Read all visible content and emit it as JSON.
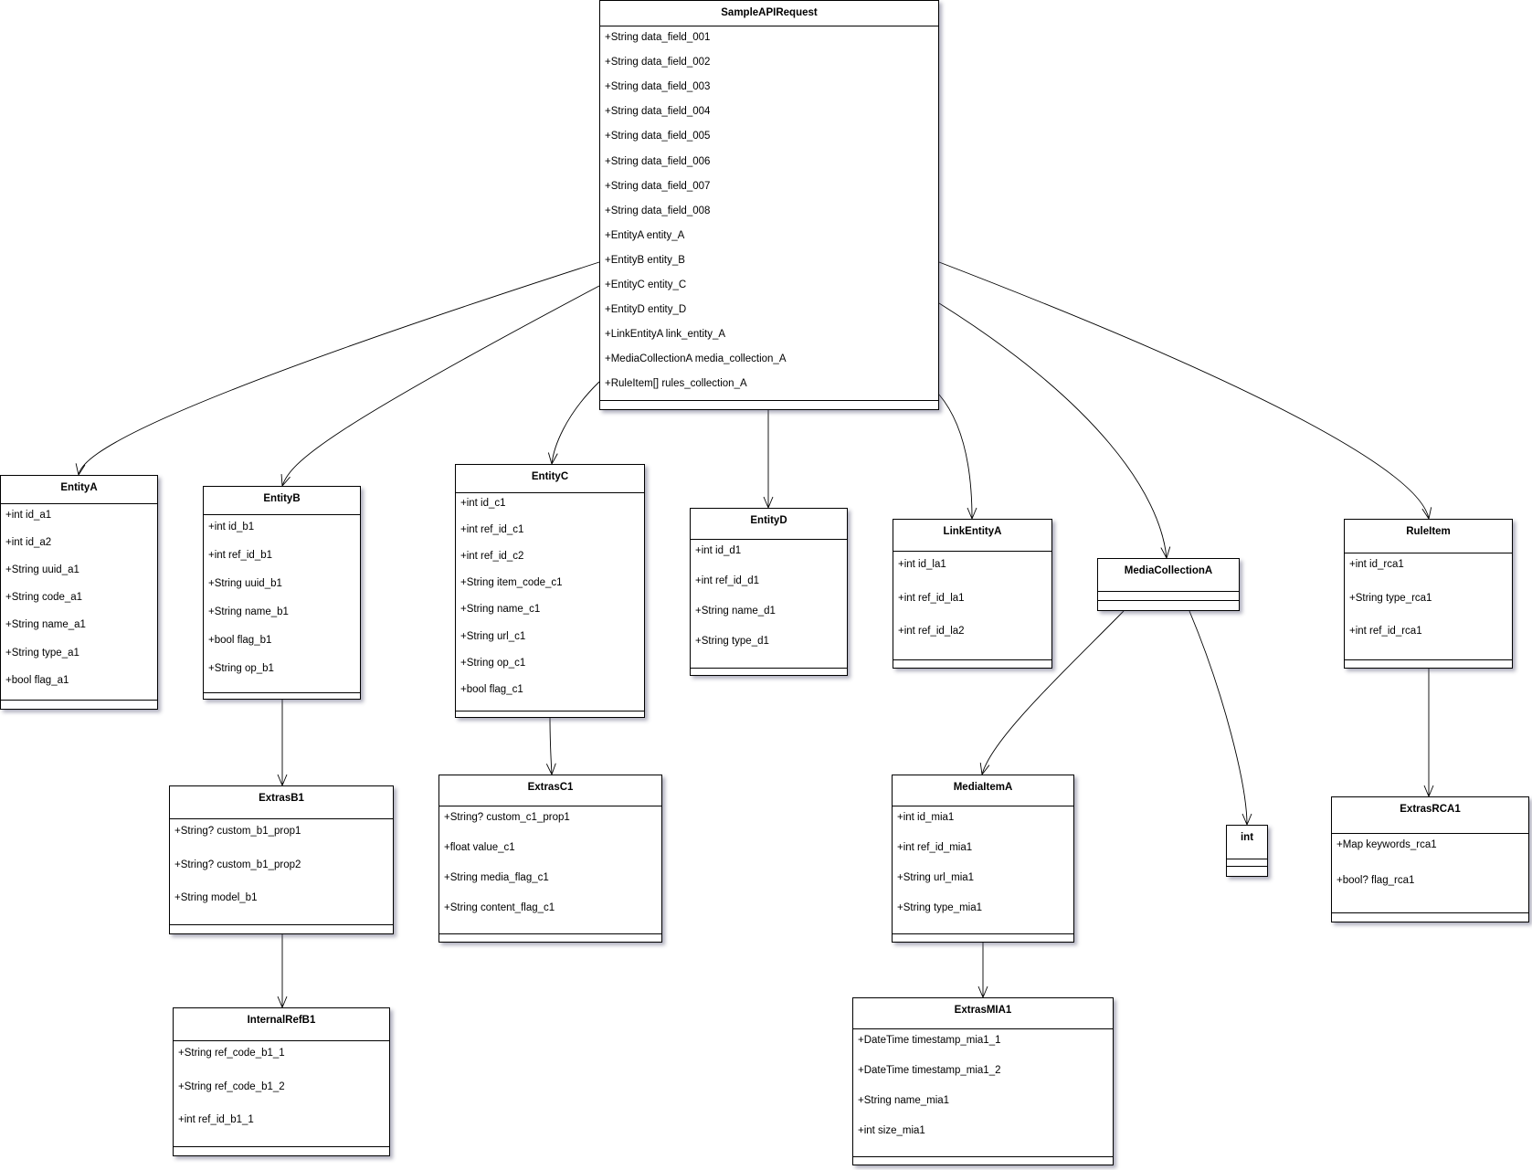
{
  "classes": [
    {
      "id": "SampleAPIRequest",
      "name": "SampleAPIRequest",
      "attributes": [
        "+String data_field_001",
        "+String data_field_002",
        "+String data_field_003",
        "+String data_field_004",
        "+String data_field_005",
        "+String data_field_006",
        "+String data_field_007",
        "+String data_field_008",
        "+EntityA entity_A",
        "+EntityB entity_B",
        "+EntityC entity_C",
        "+EntityD entity_D",
        "+LinkEntityA link_entity_A",
        "+MediaCollectionA media_collection_A",
        "+RuleItem[] rules_collection_A"
      ]
    },
    {
      "id": "EntityA",
      "name": "EntityA",
      "attributes": [
        "+int id_a1",
        "+int id_a2",
        "+String uuid_a1",
        "+String code_a1",
        "+String name_a1",
        "+String type_a1",
        "+bool flag_a1"
      ]
    },
    {
      "id": "EntityB",
      "name": "EntityB",
      "attributes": [
        "+int id_b1",
        "+int ref_id_b1",
        "+String uuid_b1",
        "+String name_b1",
        "+bool flag_b1",
        "+String op_b1"
      ]
    },
    {
      "id": "EntityC",
      "name": "EntityC",
      "attributes": [
        "+int id_c1",
        "+int ref_id_c1",
        "+int ref_id_c2",
        "+String item_code_c1",
        "+String name_c1",
        "+String url_c1",
        "+String op_c1",
        "+bool flag_c1"
      ]
    },
    {
      "id": "EntityD",
      "name": "EntityD",
      "attributes": [
        "+int id_d1",
        "+int ref_id_d1",
        "+String name_d1",
        "+String type_d1"
      ]
    },
    {
      "id": "LinkEntityA",
      "name": "LinkEntityA",
      "attributes": [
        "+int id_la1",
        "+int ref_id_la1",
        "+int ref_id_la2"
      ]
    },
    {
      "id": "MediaCollectionA",
      "name": "MediaCollectionA",
      "attributes": []
    },
    {
      "id": "RuleItem",
      "name": "RuleItem",
      "attributes": [
        "+int id_rca1",
        "+String type_rca1",
        "+int ref_id_rca1"
      ]
    },
    {
      "id": "ExtrasB1",
      "name": "ExtrasB1",
      "attributes": [
        "+String? custom_b1_prop1",
        "+String? custom_b1_prop2",
        "+String model_b1"
      ]
    },
    {
      "id": "ExtrasC1",
      "name": "ExtrasC1",
      "attributes": [
        "+String? custom_c1_prop1",
        "+float value_c1",
        "+String media_flag_c1",
        "+String content_flag_c1"
      ]
    },
    {
      "id": "MediaItemA",
      "name": "MediaItemA",
      "attributes": [
        "+int id_mia1",
        "+int ref_id_mia1",
        "+String url_mia1",
        "+String type_mia1"
      ]
    },
    {
      "id": "int",
      "name": "int",
      "attributes": []
    },
    {
      "id": "ExtrasRCA1",
      "name": "ExtrasRCA1",
      "attributes": [
        "+Map keywords_rca1",
        "+bool? flag_rca1"
      ]
    },
    {
      "id": "InternalRefB1",
      "name": "InternalRefB1",
      "attributes": [
        "+String ref_code_b1_1",
        "+String ref_code_b1_2",
        "+int ref_id_b1_1"
      ]
    },
    {
      "id": "ExtrasMIA1",
      "name": "ExtrasMIA1",
      "attributes": [
        "+DateTime timestamp_mia1_1",
        "+DateTime timestamp_mia1_2",
        "+String name_mia1",
        "+int size_mia1"
      ]
    }
  ],
  "relations": [
    {
      "from": "SampleAPIRequest",
      "to": "EntityA"
    },
    {
      "from": "SampleAPIRequest",
      "to": "EntityB"
    },
    {
      "from": "SampleAPIRequest",
      "to": "EntityC"
    },
    {
      "from": "SampleAPIRequest",
      "to": "EntityD"
    },
    {
      "from": "SampleAPIRequest",
      "to": "LinkEntityA"
    },
    {
      "from": "SampleAPIRequest",
      "to": "MediaCollectionA"
    },
    {
      "from": "SampleAPIRequest",
      "to": "RuleItem"
    },
    {
      "from": "EntityB",
      "to": "ExtrasB1"
    },
    {
      "from": "ExtrasB1",
      "to": "InternalRefB1"
    },
    {
      "from": "EntityC",
      "to": "ExtrasC1"
    },
    {
      "from": "MediaCollectionA",
      "to": "MediaItemA"
    },
    {
      "from": "MediaCollectionA",
      "to": "int"
    },
    {
      "from": "MediaItemA",
      "to": "ExtrasMIA1"
    },
    {
      "from": "RuleItem",
      "to": "ExtrasRCA1"
    }
  ]
}
